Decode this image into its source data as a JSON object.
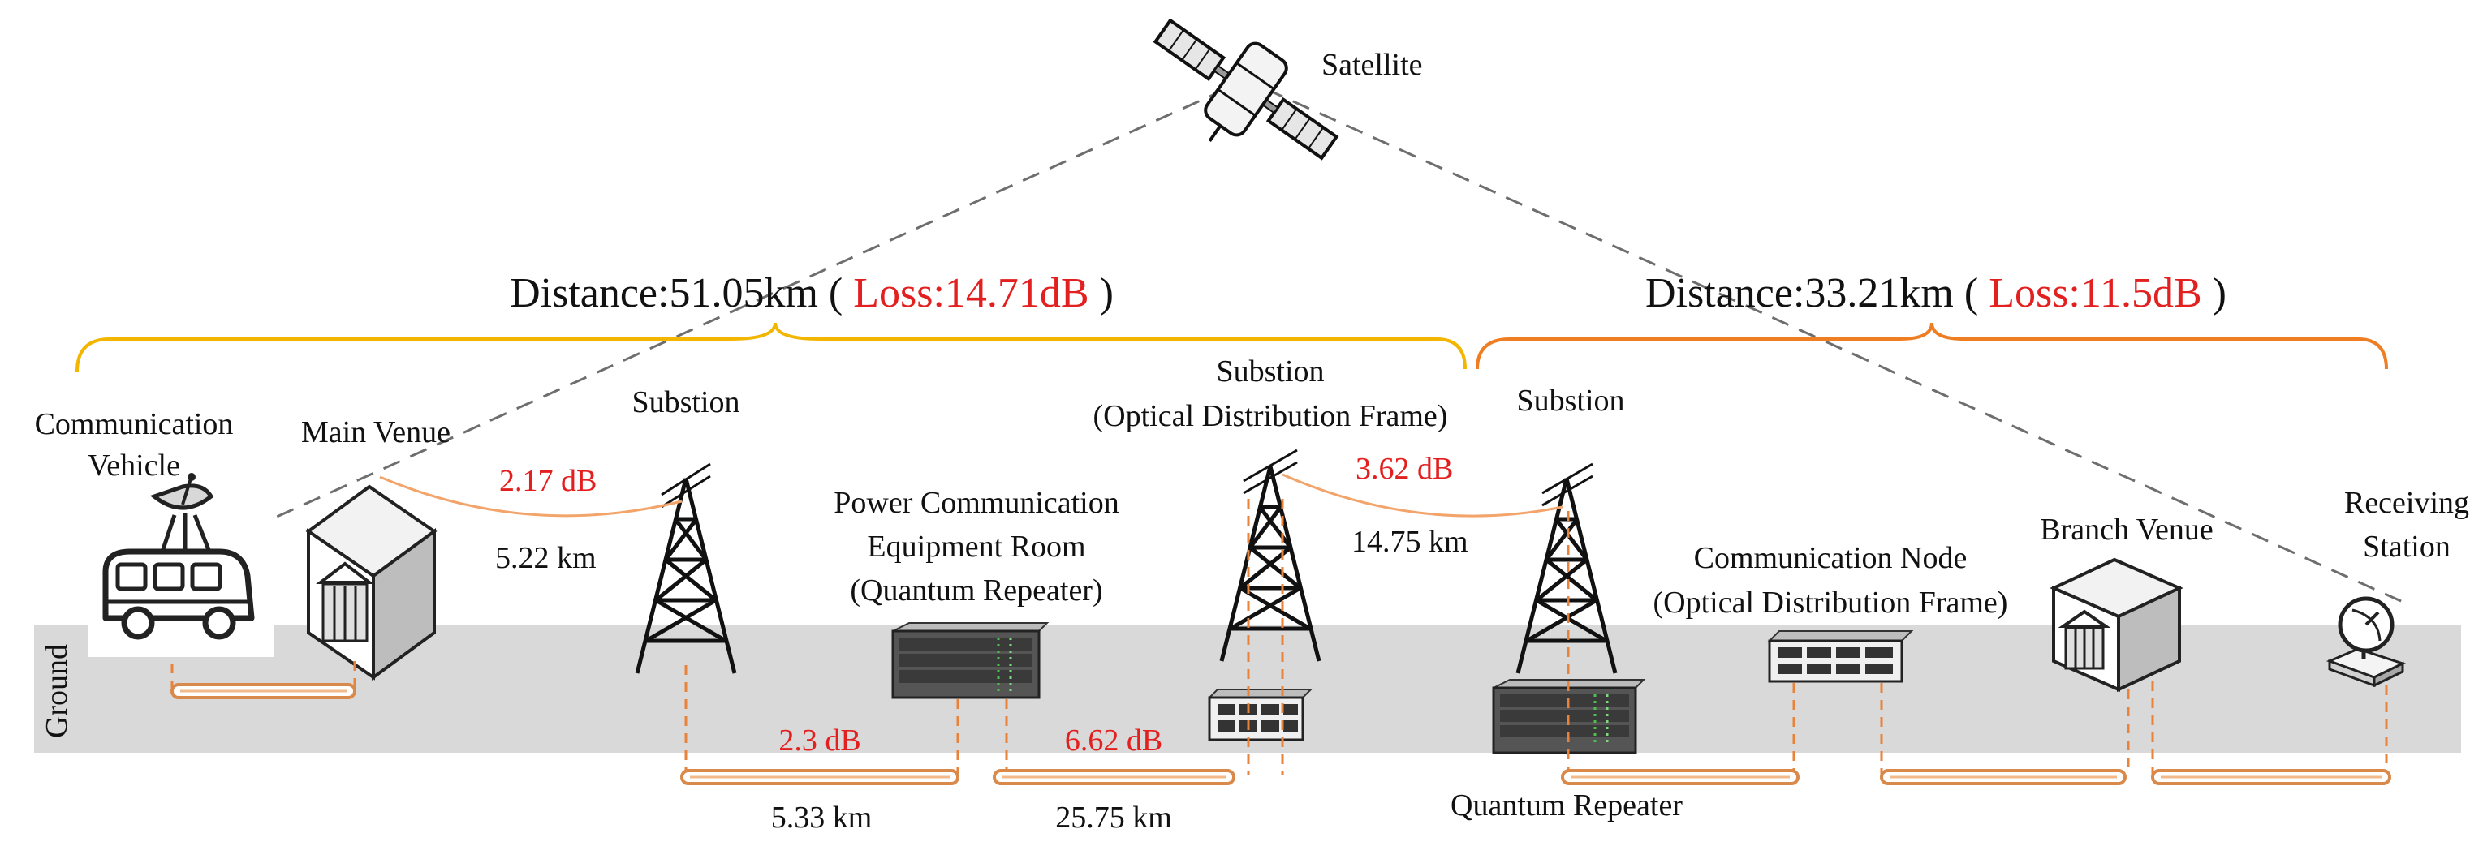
{
  "labels": {
    "satellite": "Satellite",
    "ground": "Ground",
    "communication_vehicle_line1": "Communication",
    "communication_vehicle_line2": "Vehicle",
    "main_venue": "Main Venue",
    "substation_left": "Substion",
    "substation_mid_line1": "Substion",
    "substation_mid_line2": "(Optical Distribution Frame)",
    "substation_right": "Substion",
    "power_room_line1": "Power Communication",
    "power_room_line2": "Equipment Room",
    "power_room_line3": "(Quantum Repeater)",
    "comm_node_line1": "Communication Node",
    "comm_node_line2": "(Optical Distribution Frame)",
    "branch_venue": "Branch Venue",
    "receiving_station_line1": "Receiving",
    "receiving_station_line2": "Station",
    "quantum_repeater": "Quantum Repeater"
  },
  "distances": {
    "left": {
      "prefix": "Distance:51.05km (",
      "loss": "Loss:14.71dB",
      "suffix": ")"
    },
    "right": {
      "prefix": "Distance:33.21km (",
      "loss": "Loss:11.5dB",
      "suffix": ")"
    }
  },
  "links": {
    "air_left_loss": "2.17 dB",
    "air_left_distance": "5.22 km",
    "air_right_loss": "3.62 dB",
    "air_right_distance": "14.75 km",
    "cable_1_loss": "2.3 dB",
    "cable_1_distance": "5.33 km",
    "cable_2_loss": "6.62 dB",
    "cable_2_distance": "25.75 km"
  },
  "colors": {
    "loss_text": "#e32020",
    "brace_left": "#f2b600",
    "brace_right": "#ef7d22",
    "ground_band": "#d9d9d9",
    "fiber": "#d9894a"
  },
  "icons": [
    "satellite-icon",
    "vehicle-icon",
    "satellite-dish-icon",
    "building-icon",
    "tower-icon",
    "server-rack-icon",
    "patch-panel-icon"
  ]
}
